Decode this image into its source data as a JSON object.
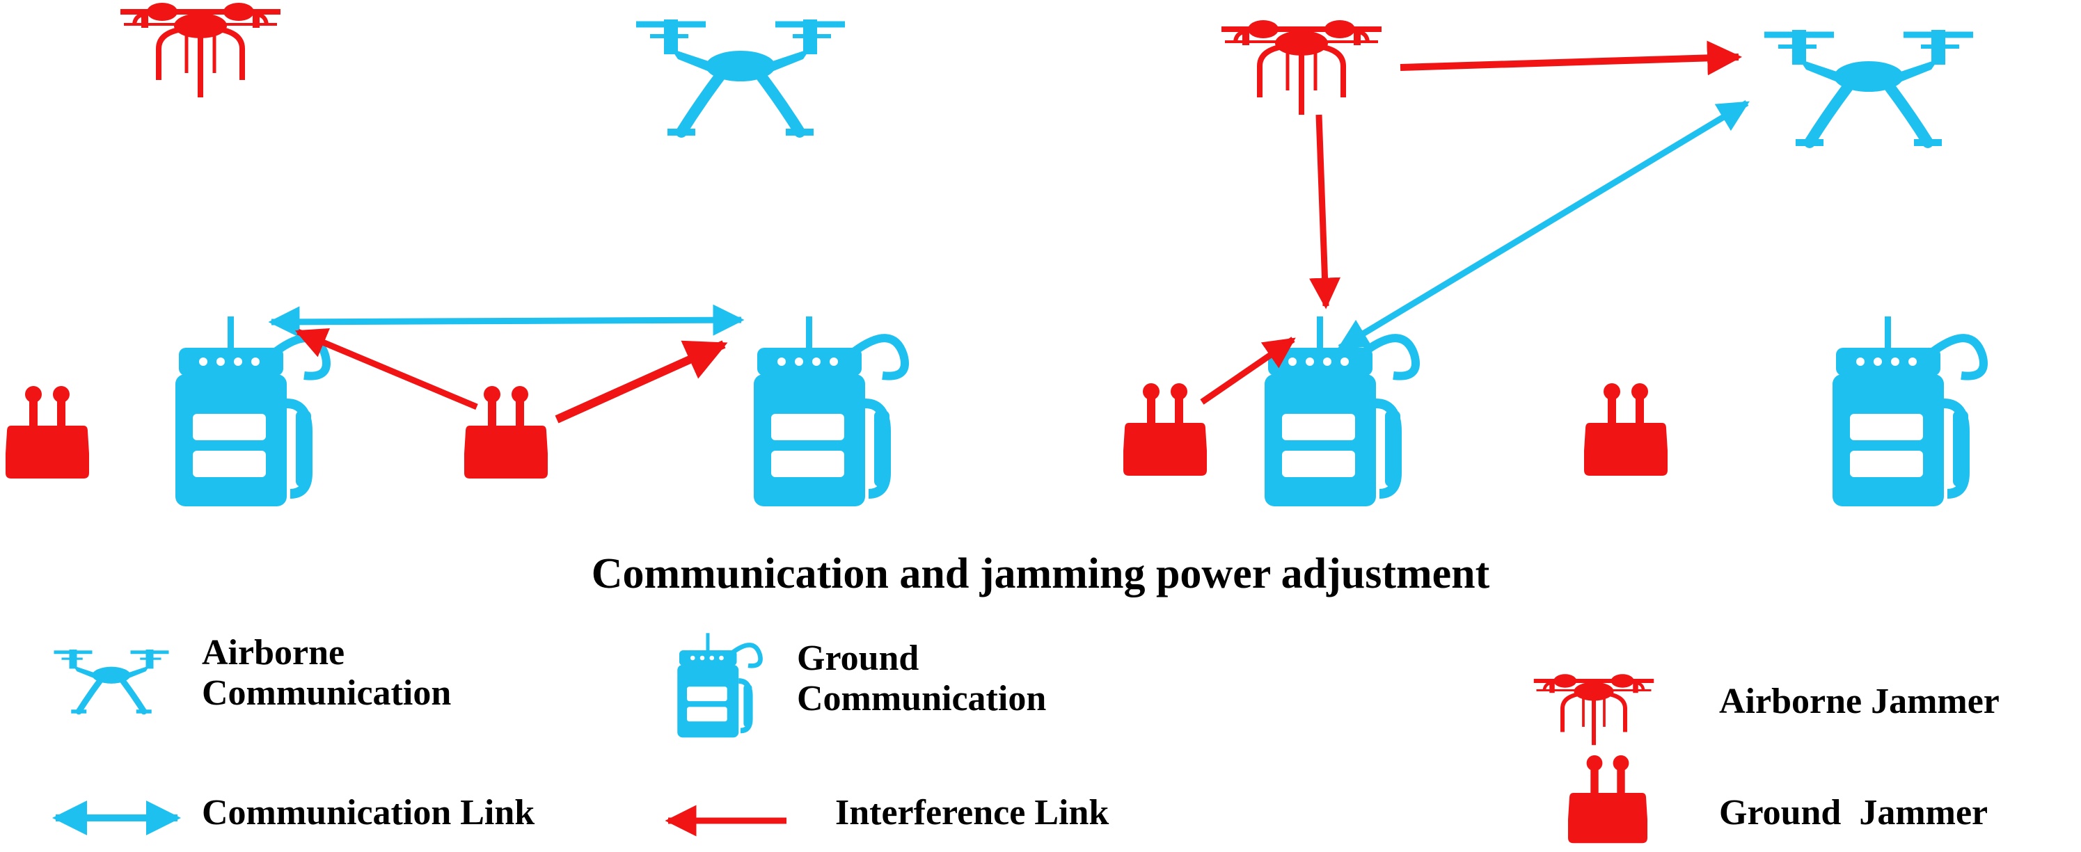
{
  "caption": "Communication and jamming power adjustment",
  "colors": {
    "communication": "#1ec0f0",
    "jammer": "#f01414"
  },
  "legend": {
    "airborne_comm": {
      "line1": "Airborne",
      "line2": "Communication",
      "icon": "blue-drone-icon"
    },
    "ground_comm": {
      "line1": "Ground",
      "line2": "Communication",
      "icon": "radio-device-icon"
    },
    "airborne_jammer": {
      "label": "Airborne Jammer",
      "icon": "red-drone-icon"
    },
    "ground_jammer": {
      "label": "Ground  Jammer",
      "icon": "ground-jammer-icon"
    },
    "comm_link": {
      "label": "Communication Link",
      "icon": "double-arrow-icon"
    },
    "interference_link": {
      "label": "Interference Link",
      "icon": "arrow-icon"
    }
  }
}
